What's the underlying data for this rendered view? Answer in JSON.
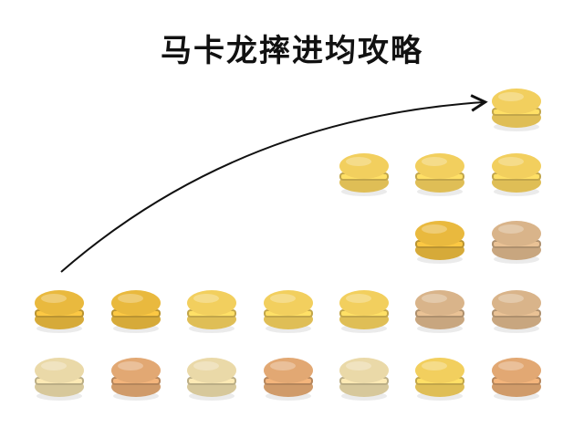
{
  "title": "马卡龙摔进均攻略",
  "colors": {
    "yellow": "#f2cf5e",
    "yellow_deep": "#e9b93e",
    "cream": "#ead9a8",
    "peach": "#e2a873",
    "tan": "#d9b48a",
    "arrow": "#111111"
  },
  "grid": {
    "rows": [
      [
        "",
        "",
        "",
        "",
        "",
        "",
        "yellow"
      ],
      [
        "",
        "",
        "",
        "",
        "yellow",
        "yellow",
        "yellow"
      ],
      [
        "",
        "",
        "",
        "",
        "",
        "yellow_deep",
        "tan"
      ],
      [
        "yellow_deep",
        "yellow_deep",
        "yellow",
        "yellow",
        "yellow",
        "tan",
        "tan"
      ],
      [
        "cream",
        "peach",
        "cream",
        "peach",
        "cream",
        "yellow",
        "peach"
      ]
    ]
  }
}
